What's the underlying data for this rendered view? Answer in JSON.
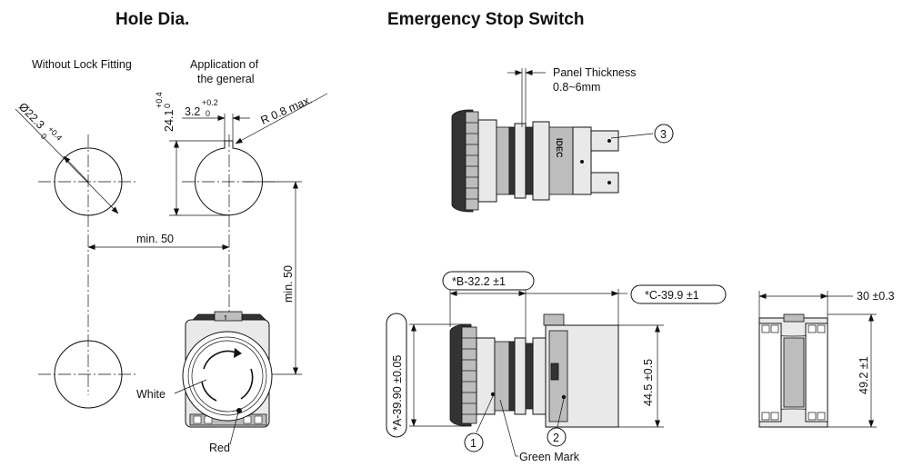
{
  "titles": {
    "hole_dia": "Hole Dia.",
    "emergency_stop": "Emergency Stop Switch"
  },
  "hole": {
    "without_lock": "Without Lock Fitting",
    "application_line1": "Application of",
    "application_line2": "the general",
    "dia_main": "Ø22.3",
    "dia_tol_top": "+0.4",
    "dia_tol_bot": "0",
    "height_main": "24.1",
    "height_tol_top": "+0.4",
    "height_tol_bot": "0",
    "notch_main": "3.2",
    "notch_tol_top": "+0.2",
    "notch_tol_bot": "0",
    "radius": "R 0.8 max.",
    "min_horizontal": "min. 50",
    "min_vertical": "min. 50",
    "white": "White",
    "red": "Red"
  },
  "switch": {
    "panel_line1": "Panel Thickness",
    "panel_line2": "0.8~6mm",
    "brand": "IDEC",
    "callout_1": "1",
    "callout_2": "2",
    "callout_3": "3",
    "dim_a": "*A-39.90 ±0.05",
    "dim_b": "*B-32.2 ±1",
    "dim_c": "*C-39.9 ±1",
    "dim_height": "44.5 ±0.5",
    "green_mark": "Green Mark",
    "dim_width": "30 ±0.3",
    "dim_side_height": "49.2 ±1"
  }
}
